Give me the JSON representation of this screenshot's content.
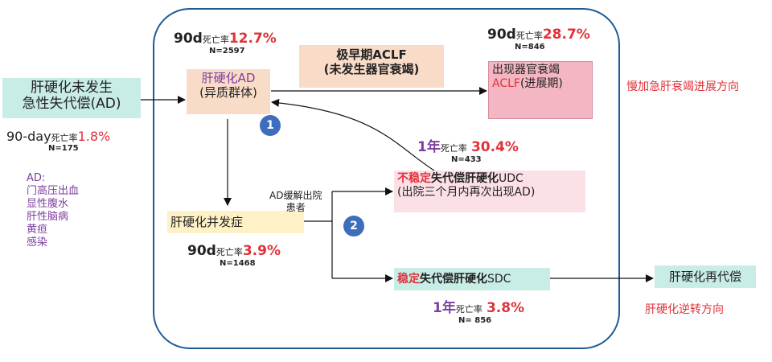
{
  "left": {
    "ad_box": {
      "line1": "肝硬化未发生",
      "line2": "急性失代偿(AD)"
    },
    "mortality_90day": {
      "prefix": "90-day",
      "label": "死亡率",
      "value": "1.8%",
      "n": "N=175"
    },
    "ad_list": {
      "title": "AD:",
      "items": [
        "门高压出血",
        "显性腹水",
        "肝性脑病",
        "黄疸",
        "感染"
      ]
    }
  },
  "center": {
    "ad_hetero": {
      "line1": "肝硬化AD",
      "line2": "(异质群体)"
    },
    "ad_mortality": {
      "prefix": "90d",
      "label": "死亡率",
      "value": "12.7%",
      "n": "N=2597"
    },
    "early_aclf": {
      "line1": "极早期ACLF",
      "line2": "(未发生器官衰竭)"
    },
    "complication": {
      "label": "肝硬化并发症"
    },
    "complication_mortality": {
      "prefix": "90d",
      "label": "死亡率",
      "value": "3.9%",
      "n": "N=1468"
    },
    "discharge_label": {
      "line1": "AD缓解出院",
      "line2": "患者"
    },
    "udc": {
      "red": "不稳定",
      "bold": "失代偿肝硬化",
      "abbr": "UDC",
      "line2": "(出院三个月内再次出现AD)"
    },
    "udc_mortality": {
      "prefix": "1年",
      "label": "死亡率",
      "value": "30.4%",
      "n": "N=433"
    },
    "sdc": {
      "red": "稳定",
      "bold": "失代偿肝硬化",
      "abbr": "SDC"
    },
    "sdc_mortality": {
      "prefix": "1年",
      "label": "死亡率",
      "value": "3.8%",
      "n": "N= 856"
    },
    "badges": [
      "1",
      "2"
    ]
  },
  "right": {
    "aclf_mortality": {
      "prefix": "90d",
      "label": "死亡率",
      "value": "28.7%",
      "n": "N=846"
    },
    "aclf_box": {
      "line1": "出现器官衰竭",
      "red": "ACLF",
      "line2_rest": "(进展期)"
    },
    "direction_progress": "慢加急肝衰竭进展方向",
    "recompensation": "肝硬化再代偿",
    "direction_reverse": "肝硬化逆转方向"
  },
  "colors": {
    "frame": "#1f5a93",
    "red": "#e0323a",
    "purple": "#7c3f9d",
    "badge": "#3f6dbd"
  }
}
